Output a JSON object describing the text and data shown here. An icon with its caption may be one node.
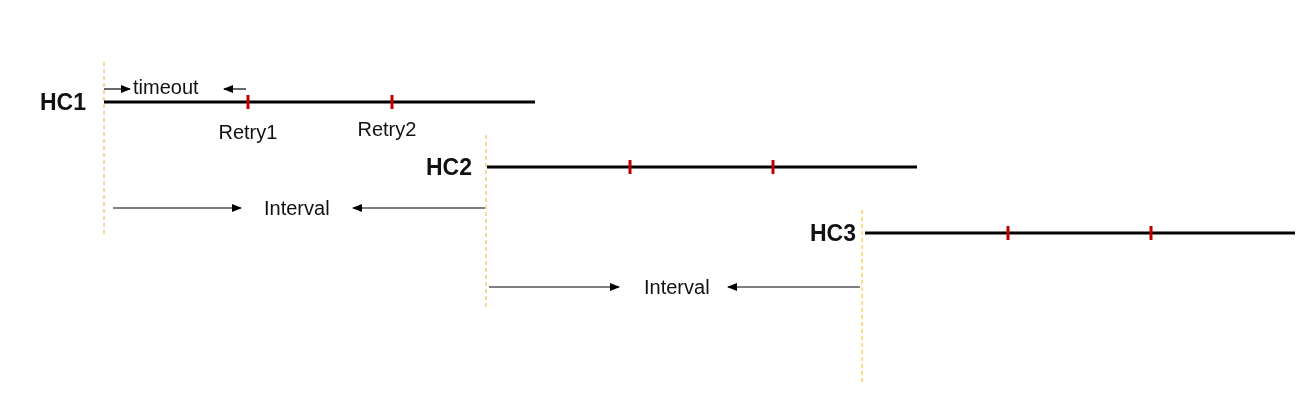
{
  "diagram": {
    "labels": [
      "HC1",
      "timeout",
      "Retry1",
      "Retry2",
      "HC2",
      "Interval",
      "HC3",
      "Interval"
    ]
  }
}
